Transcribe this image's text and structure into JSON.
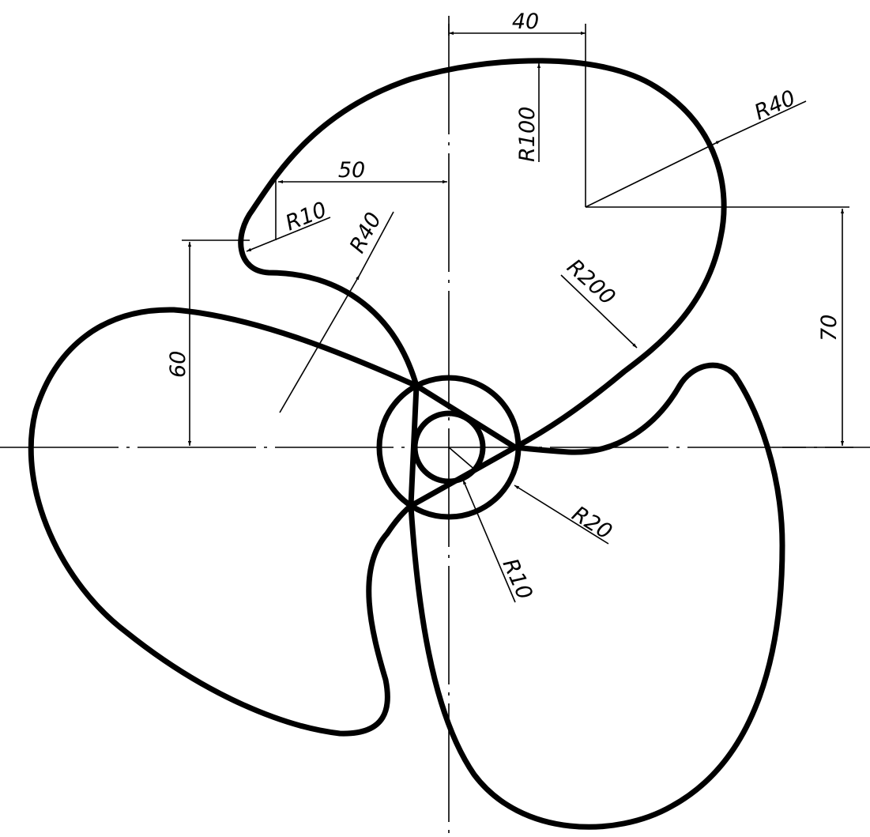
{
  "drawing": {
    "colors": {
      "outline": "#000000",
      "background": "#ffffff"
    },
    "dimensions": {
      "d_40": "40",
      "d_r100": "R100",
      "d_r40_top": "R40",
      "d_50": "50",
      "d_r10_left": "R10",
      "d_r40_left": "R40",
      "d_r200": "R200",
      "d_70": "70",
      "d_60": "60",
      "d_r20": "R20",
      "d_r10_hub": "R10"
    }
  }
}
